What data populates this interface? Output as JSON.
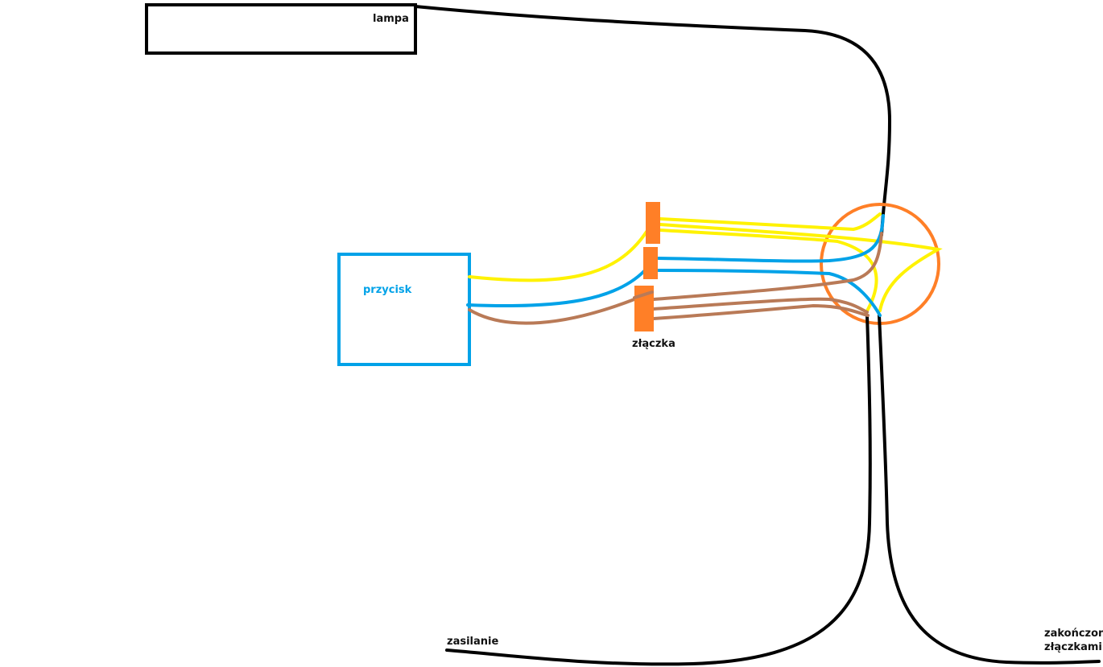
{
  "labels": {
    "lamp": "lampa",
    "button": "przycisk",
    "connector": "złączka",
    "power": "zasilanie",
    "terminated_line1": "zakończone",
    "terminated_line2": "złączkami"
  },
  "colors": {
    "yellow": "#fff200",
    "blue": "#00a2e8",
    "brown": "#b97a57",
    "orange": "#ff7f27",
    "black": "#000000"
  }
}
